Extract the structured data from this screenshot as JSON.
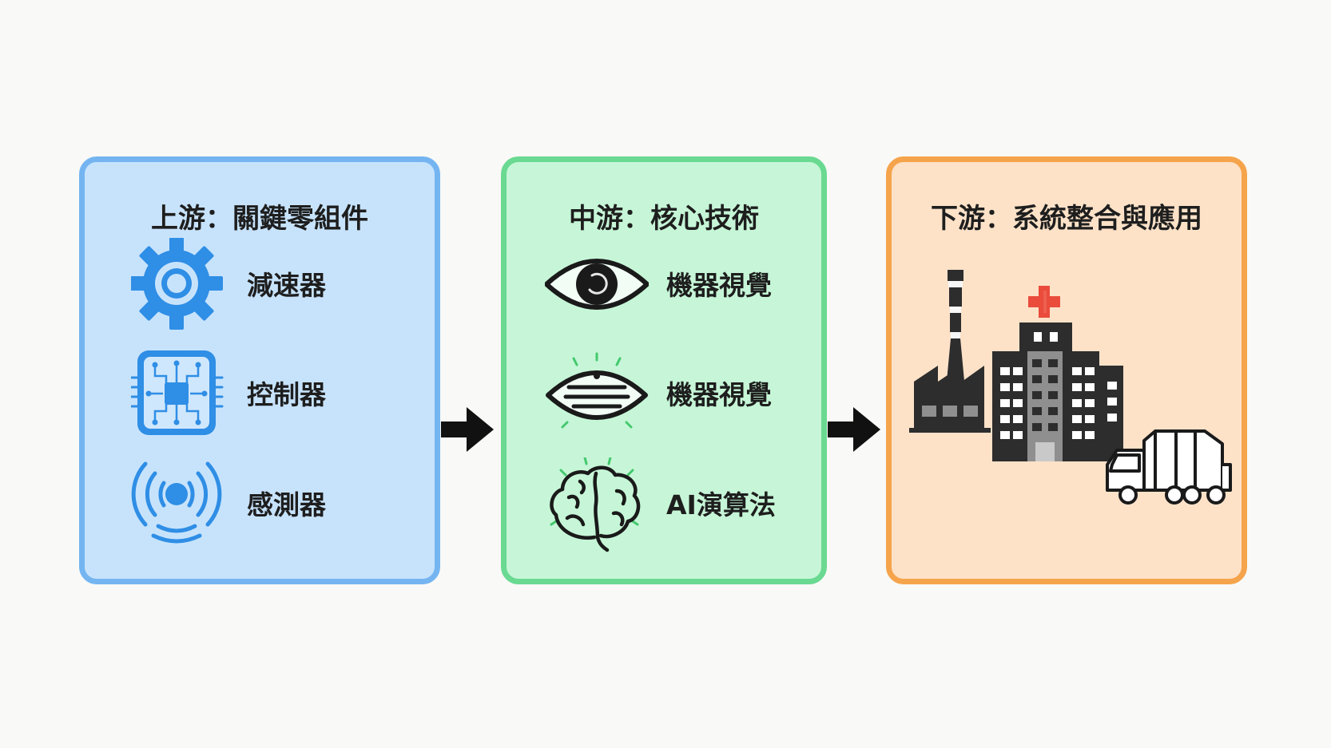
{
  "colors": {
    "upstream_fill": "#c7e3fc",
    "upstream_border": "#74b5f1",
    "upstream_icon": "#2f8ee5",
    "midstream_fill": "#c6f6d7",
    "midstream_border": "#6ad991",
    "midstream_accent": "#44c96e",
    "downstream_fill": "#fde2c8",
    "downstream_border": "#f5a44c",
    "cross_red": "#ea4b3b",
    "building_dark": "#2d2d2d"
  },
  "upstream": {
    "title": "上游：關鍵零組件",
    "items": [
      {
        "label": "減速器",
        "icon": "gear-icon"
      },
      {
        "label": "控制器",
        "icon": "circuit-chip-icon"
      },
      {
        "label": "感測器",
        "icon": "sensor-waves-icon"
      }
    ]
  },
  "midstream": {
    "title": "中游：核心技術",
    "items": [
      {
        "label": "機器視覺",
        "icon": "eye-icon"
      },
      {
        "label": "機器視覺",
        "icon": "scanning-eye-icon"
      },
      {
        "label": "AI演算法",
        "icon": "brain-icon"
      }
    ]
  },
  "downstream": {
    "title": "下游：系統整合與應用",
    "icons": [
      "factory-icon",
      "hospital-icon",
      "delivery-truck-icon"
    ]
  }
}
